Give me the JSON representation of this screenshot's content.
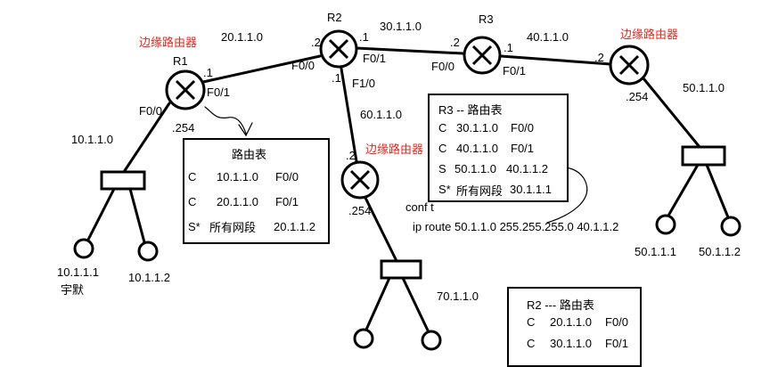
{
  "edge_router_label": "边缘路由器",
  "routers": {
    "r1": {
      "name": "R1",
      "if_right": ".1",
      "port_right": "F0/1",
      "port_left": "F0/0",
      "if_lan": ".254"
    },
    "r2": {
      "name": "R2",
      "if_left": ".2",
      "port_left": "F0/0",
      "if_right": ".1",
      "port_right": "F0/1",
      "if_down": ".1",
      "port_down": "F1/0"
    },
    "r3": {
      "name": "R3",
      "if_left": ".2",
      "port_left": "F0/0",
      "if_right": ".1",
      "port_right": "F0/1"
    },
    "r4": {
      "if_left": ".2",
      "if_lan": ".254"
    },
    "r5": {
      "if_up": ".2",
      "if_lan": ".254"
    }
  },
  "networks": {
    "n20": "20.1.1.0",
    "n30": "30.1.1.0",
    "n40": "40.1.1.0",
    "n50": "50.1.1.0",
    "n60": "60.1.1.0",
    "n10": "10.1.1.0",
    "n70": "70.1.1.0"
  },
  "hosts": {
    "h1": "10.1.1.1",
    "h1_user": "宇默",
    "h2": "10.1.1.2",
    "h3": "50.1.1.1",
    "h4": "50.1.1.2"
  },
  "r1_table": {
    "title": "路由表",
    "rows": [
      {
        "type": "C",
        "net": "10.1.1.0",
        "next": "F0/0"
      },
      {
        "type": "C",
        "net": "20.1.1.0",
        "next": "F0/1"
      },
      {
        "type": "S*",
        "net": "所有网段",
        "next": "20.1.1.2"
      }
    ]
  },
  "r3_table": {
    "title": "R3  -- 路由表",
    "rows": [
      {
        "type": "C",
        "net": "30.1.1.0",
        "next": "F0/0"
      },
      {
        "type": "C",
        "net": "40.1.1.0",
        "next": "F0/1"
      },
      {
        "type": "S",
        "net": "50.1.1.0",
        "next": "40.1.1.2"
      },
      {
        "type": "S*",
        "net": "所有网段",
        "next": "30.1.1.1"
      }
    ]
  },
  "r2_table": {
    "title": "R2  --- 路由表",
    "rows": [
      {
        "type": "C",
        "net": "20.1.1.0",
        "next": "F0/0"
      },
      {
        "type": "C",
        "net": "30.1.1.0",
        "next": "F0/1"
      }
    ]
  },
  "cli": {
    "line1": "conf  t",
    "line2": "ip  route  50.1.1.0  255.255.255.0  40.1.1.2"
  }
}
